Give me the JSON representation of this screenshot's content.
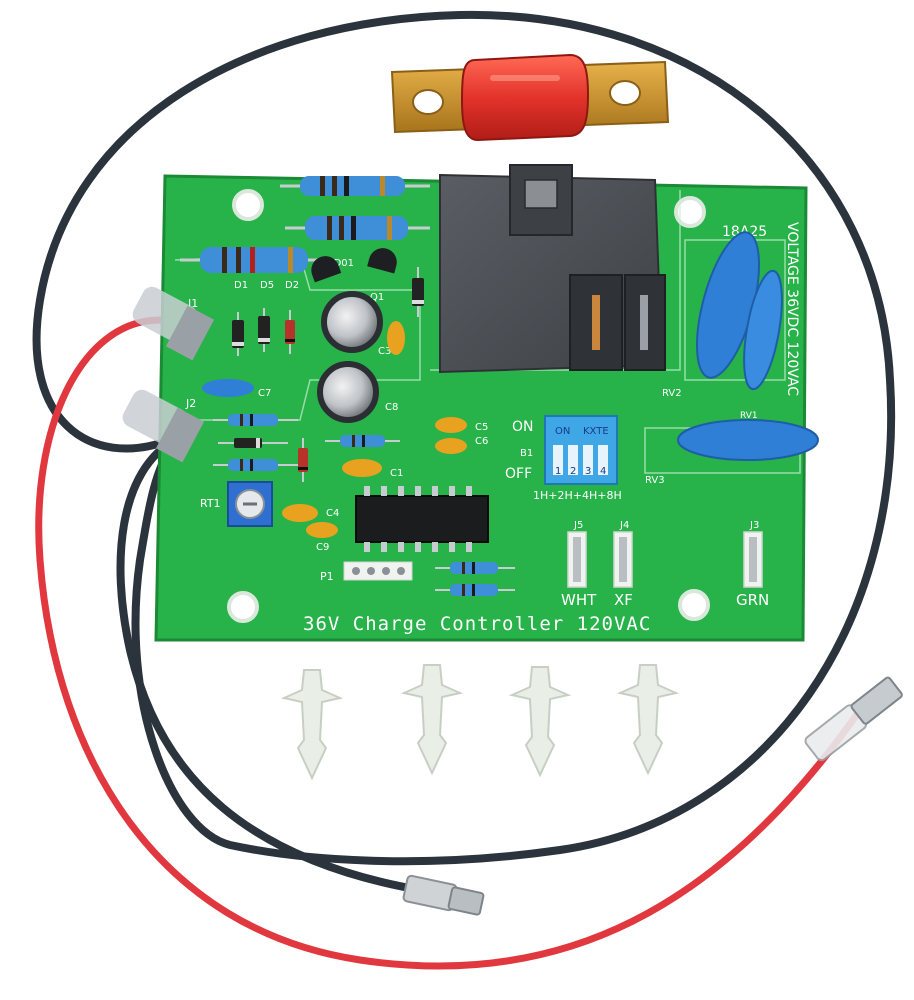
{
  "product": {
    "board_title": "36V Charge Controller 120VAC",
    "voltage_label": "VOLTAGE 36VDC 120VAC",
    "date_code": "18A25",
    "colors": {
      "pcb": "#27b24a",
      "pcb_dark": "#1e9a3c",
      "wire_red": "#e0383e",
      "wire_black": "#2b333d",
      "relay": "#4c4f55",
      "varistor": "#2f7fd6",
      "resistor": "#3f8fd8",
      "capacitor_yellow": "#e8a21f",
      "fuse_red": "#e3332b",
      "fuse_brass": "#c8922a",
      "standoff": "#e9efe6"
    }
  },
  "silkscreen": {
    "components": {
      "j1": "J1",
      "j2": "J2",
      "j3": "J3",
      "j4": "J4",
      "j5": "J5",
      "d1": "D1",
      "d5": "D5",
      "d2": "D2",
      "ld01": "LD01",
      "q1": "Q1",
      "c3": "C3",
      "c7": "C7",
      "c8": "C8",
      "c5": "C5",
      "c6": "C6",
      "c1": "C1",
      "c4": "C4",
      "c9": "C9",
      "rt1": "RT1",
      "p1": "P1",
      "rv1": "RV1",
      "rv2": "RV2",
      "rv3": "RV3",
      "b1": "B1"
    },
    "dip": {
      "on_side": "ON",
      "off_side": "OFF",
      "switch_on": "ON",
      "switch_brand": "KXTE",
      "numbers": [
        "1",
        "2",
        "3",
        "4"
      ],
      "legend": "1H+2H+4H+8H"
    },
    "connectors": {
      "wht": "WHT",
      "xf": "XF",
      "grn": "GRN"
    }
  }
}
